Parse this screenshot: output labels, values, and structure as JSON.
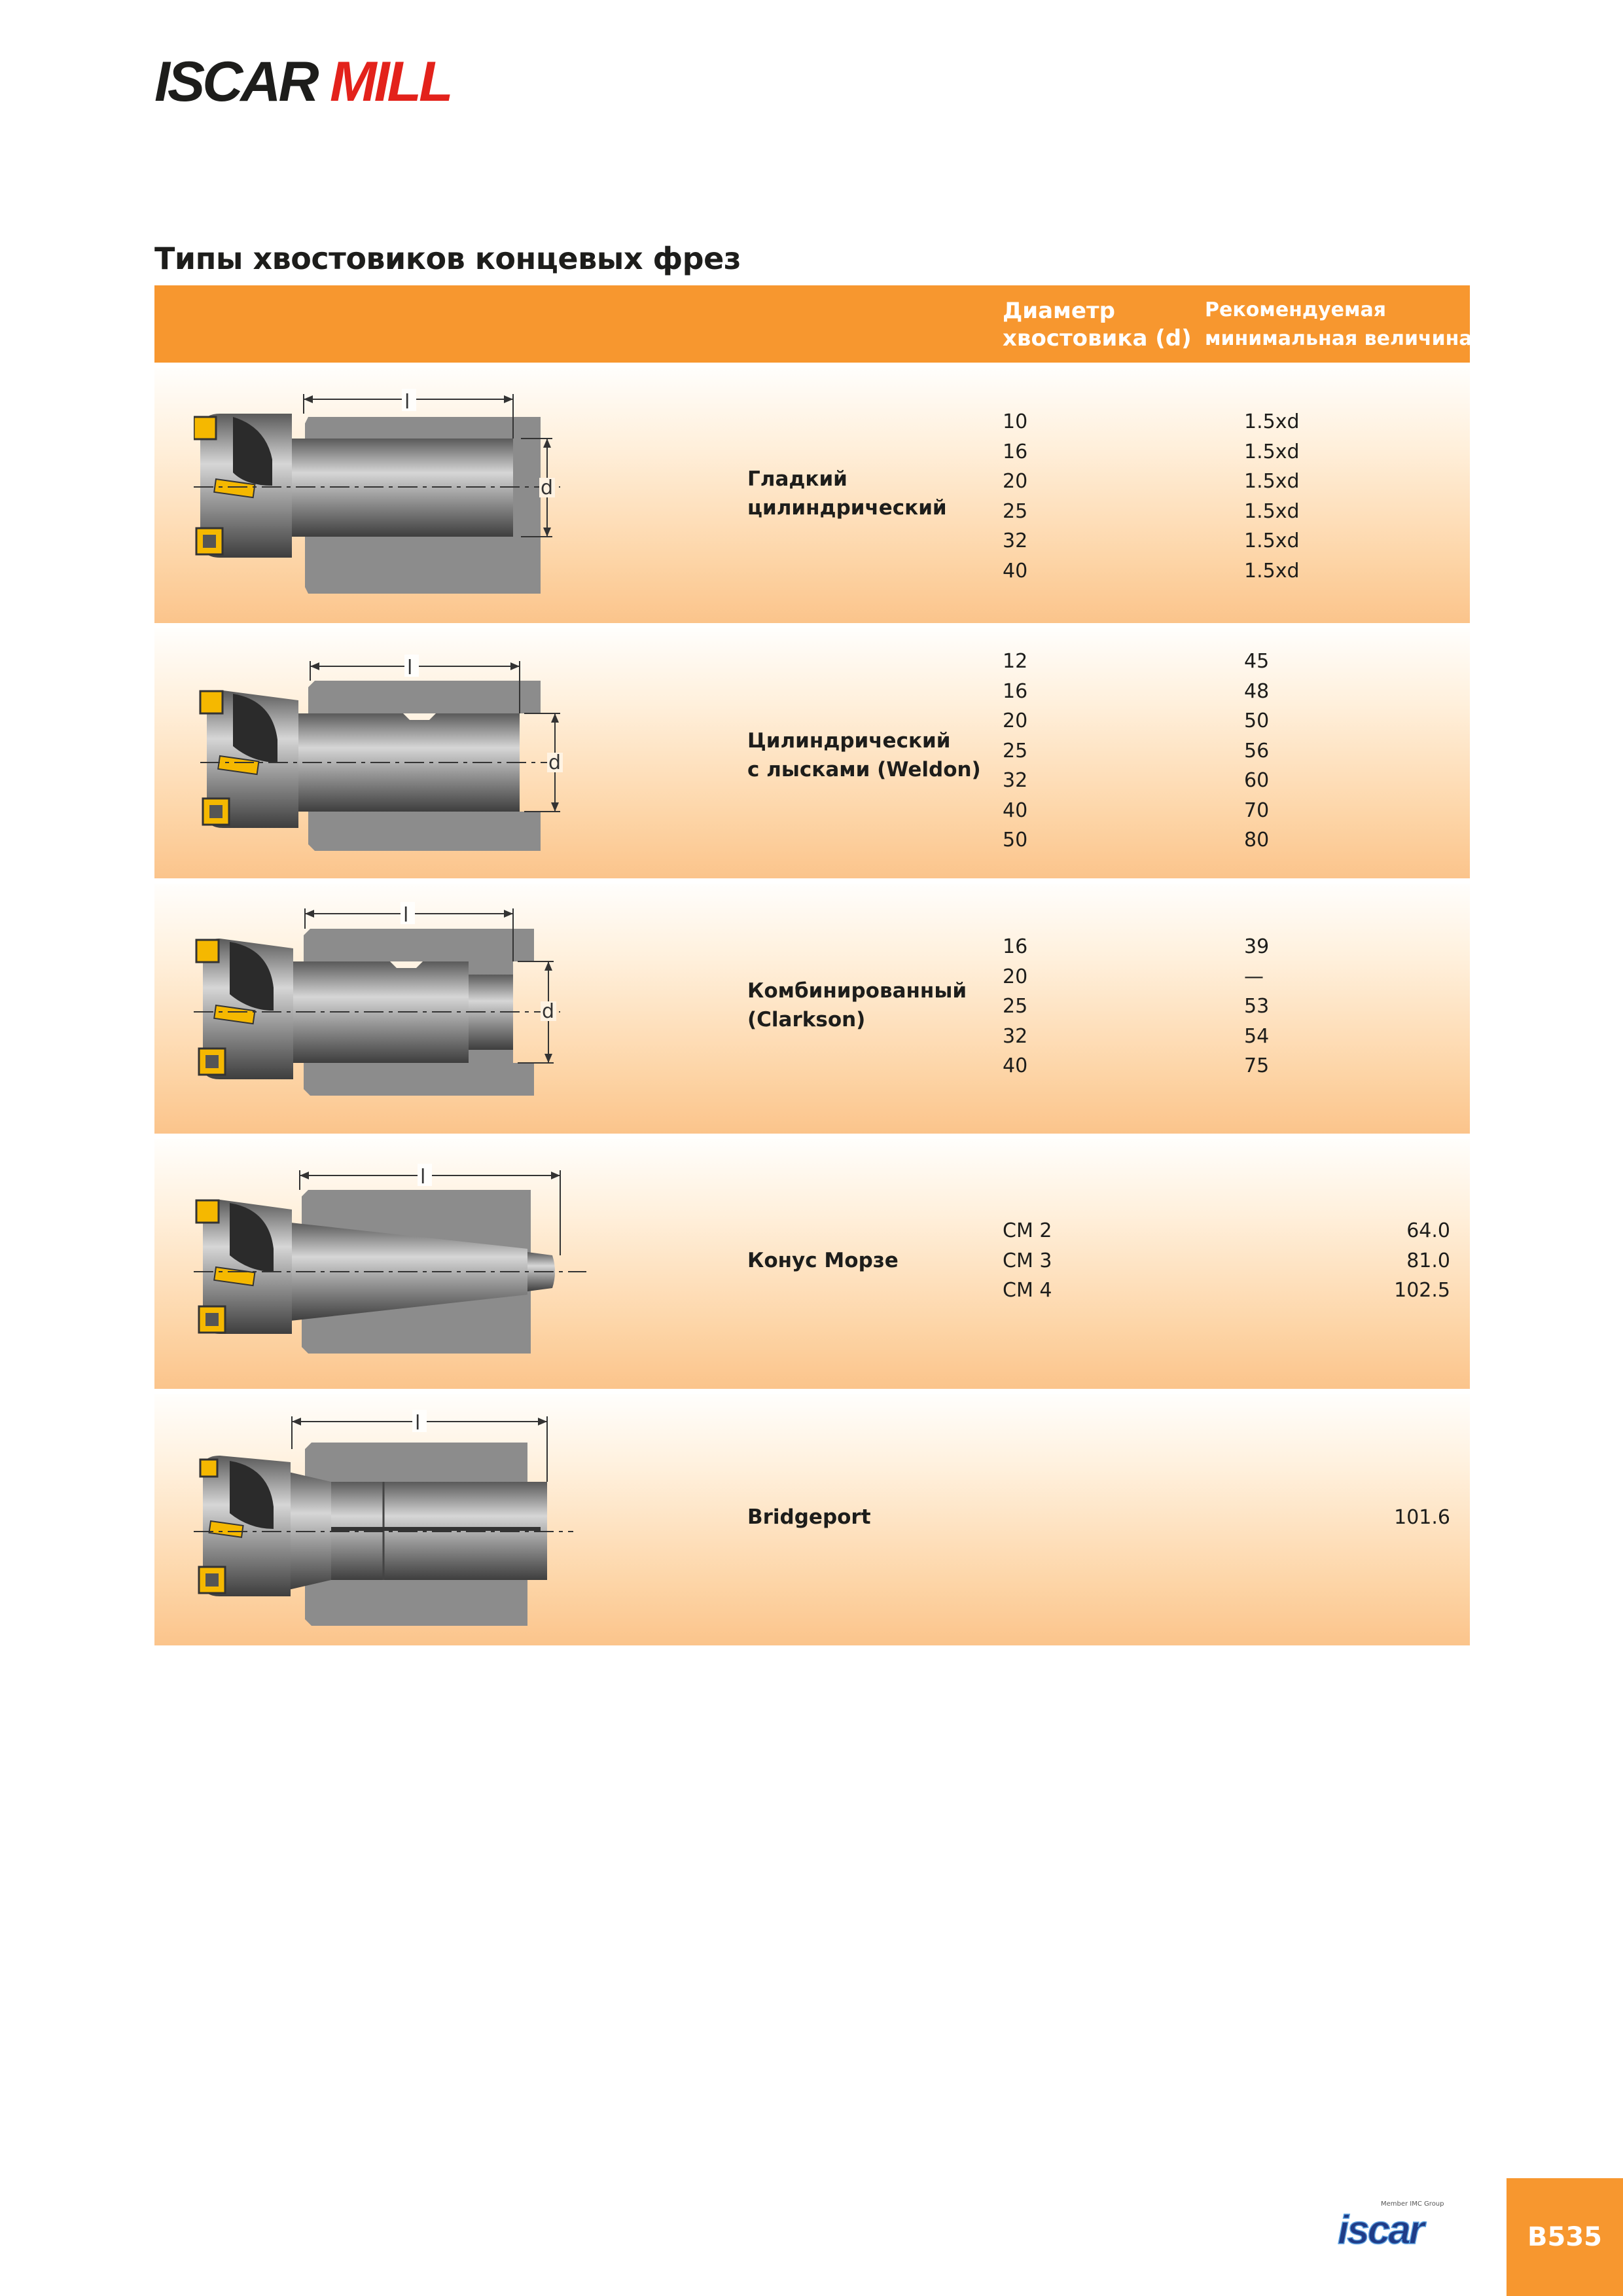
{
  "brand": {
    "logo_text_dark": "ISCAR",
    "logo_text_red": "MILL",
    "color_dark": "#1d1d1b",
    "color_red": "#e3221b"
  },
  "section_title": "Типы хвостовиков концевых фрез",
  "table": {
    "header_color": "#f7972f",
    "headers": {
      "diameter_line1": "Диаметр",
      "diameter_line2": "хвостовика (d)",
      "recommended_line1": "Рекомендуемая",
      "recommended_line2": "минимальная величина l"
    },
    "rows": [
      {
        "label_line1": "Гладкий",
        "label_line2": "цилиндрический",
        "d": [
          "10",
          "16",
          "20",
          "25",
          "32",
          "40"
        ],
        "l": [
          "1.5xd",
          "1.5xd",
          "1.5xd",
          "1.5xd",
          "1.5xd",
          "1.5xd"
        ],
        "dim_l": "l",
        "dim_d": "d"
      },
      {
        "label_line1": "Цилиндрический",
        "label_line2": "с лысками (Weldon)",
        "d": [
          "12",
          "16",
          "20",
          "25",
          "32",
          "40",
          "50"
        ],
        "l": [
          "45",
          "48",
          "50",
          "56",
          "60",
          "70",
          "80"
        ],
        "dim_l": "l",
        "dim_d": "d"
      },
      {
        "label_line1": "Комбинированный",
        "label_line2": "(Clarkson)",
        "d": [
          "16",
          "20",
          "25",
          "32",
          "40"
        ],
        "l": [
          "39",
          "—",
          "53",
          "54",
          "75"
        ],
        "dim_l": "l",
        "dim_d": "d"
      },
      {
        "label_line1": "Конус Морзе",
        "label_line2": "",
        "d": [
          "CM 2",
          "CM 3",
          "CM 4"
        ],
        "l": [
          "64.0",
          "81.0",
          "102.5"
        ],
        "dim_l": "l"
      },
      {
        "label_line1": "Bridgeport",
        "label_line2": "",
        "d": [],
        "l": [
          "101.6"
        ],
        "dim_l": "l"
      }
    ]
  },
  "footer": {
    "company_logo": "iscar",
    "company_tagline": "Member IMC Group",
    "page_number": "B535",
    "badge_color": "#f7972f"
  }
}
